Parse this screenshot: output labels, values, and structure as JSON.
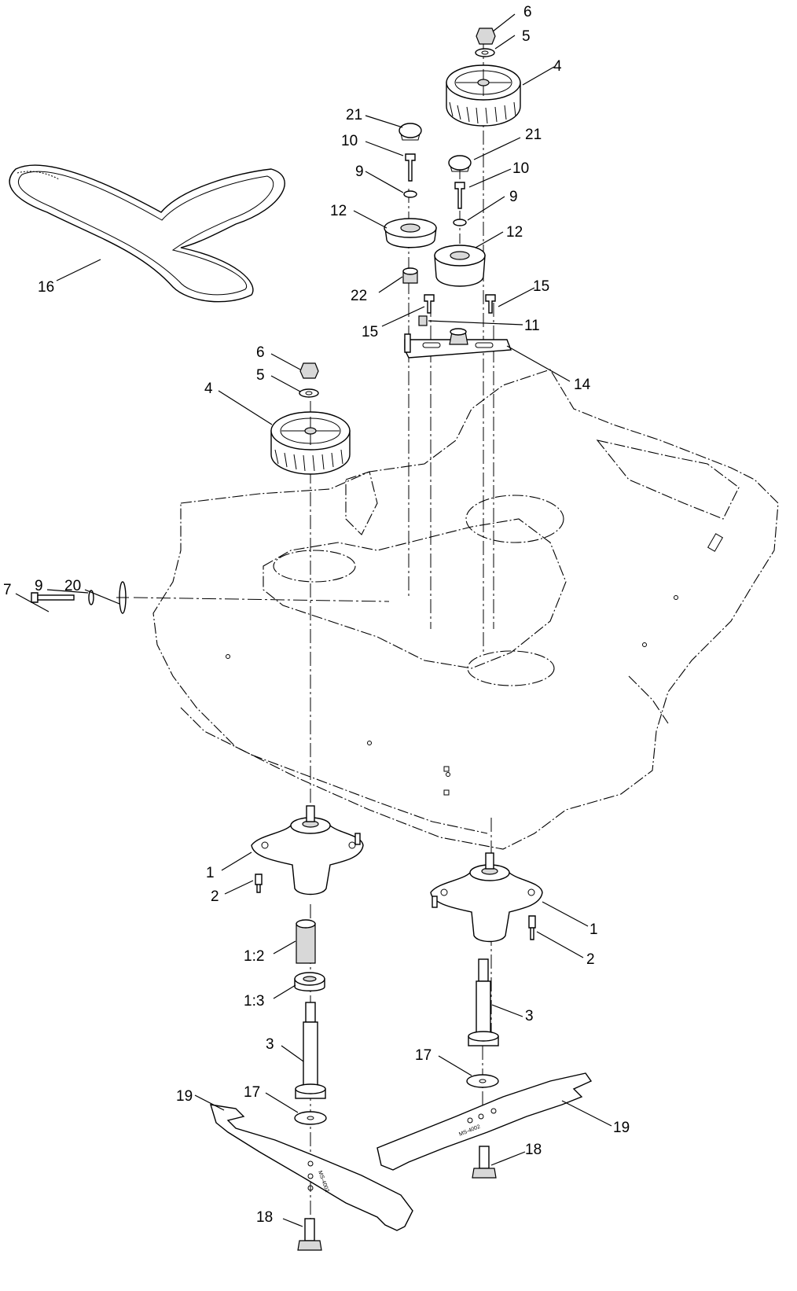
{
  "callouts": {
    "c1a": "1",
    "c1b": "1",
    "c1_2": "1:2",
    "c1_3": "1:3",
    "c2a": "2",
    "c2b": "2",
    "c3a": "3",
    "c3b": "3",
    "c4a": "4",
    "c4b": "4",
    "c5a": "5",
    "c5b": "5",
    "c6a": "6",
    "c6b": "6",
    "c7": "7",
    "c9a": "9",
    "c9b": "9",
    "c9c": "9",
    "c10a": "10",
    "c10b": "10",
    "c11": "11",
    "c12a": "12",
    "c12b": "12",
    "c14": "14",
    "c15a": "15",
    "c15b": "15",
    "c16": "16",
    "c17a": "17",
    "c17b": "17",
    "c18a": "18",
    "c18b": "18",
    "c19a": "19",
    "c19b": "19",
    "c20": "20",
    "c21a": "21",
    "c21b": "21",
    "c22": "22"
  },
  "blade_stamps": {
    "left": "MS-4002",
    "right": "MS-4002"
  }
}
